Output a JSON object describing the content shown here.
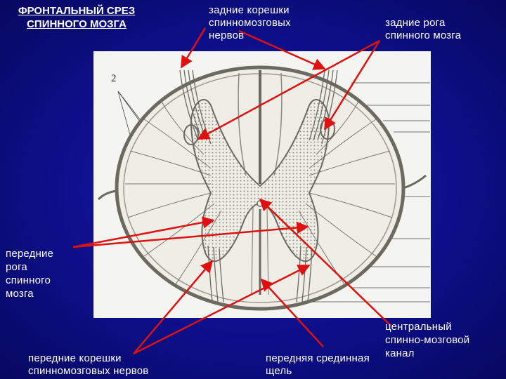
{
  "title": {
    "line1": "ФРОНТАЛЬНЫЙ СРЕЗ",
    "line2": "СПИННОГО МОЗГА"
  },
  "figure_number": "2",
  "labels": {
    "posterior_roots": "задние корешки\nспинномозговых\nнервов",
    "posterior_horns": "задние рога\nспинного мозга",
    "anterior_horns": "передние\nрога\nспинного\nмозга",
    "central_canal": "центральный\nспинно-мозговой\nканал",
    "anterior_roots": "передние корешки\nспинномозговых нервов",
    "anterior_fissure": "передняя срединная\nщель"
  },
  "colors": {
    "background": "#0d0f8a",
    "text": "#ffffff",
    "arrow": "#e01010",
    "specimen_bg": "#f4f4f0",
    "ink": "#5a5a52"
  }
}
